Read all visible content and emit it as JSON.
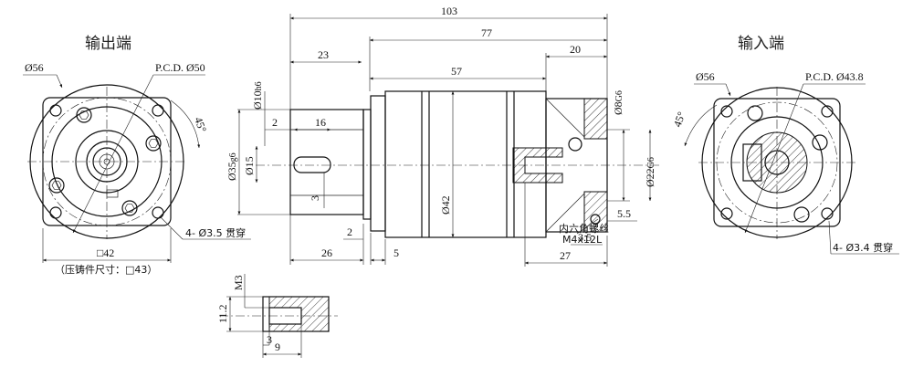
{
  "views": {
    "output_title": "输出端",
    "input_title": "输入端"
  },
  "output_end": {
    "dia_outer": "Ø56",
    "pcd": "P.C.D. Ø50",
    "angle": "45°",
    "holes": "4- Ø3.5 贯穿",
    "square": "□42",
    "casting_note": "（压铸件尺寸：□43）"
  },
  "side_view": {
    "total_length": "103",
    "body_length": "77",
    "motor_flange": "20",
    "shaft_length": "23",
    "mid_length": "57",
    "key_length": "16",
    "key_offset": "2",
    "key_width": "3",
    "shaft_dia": "Ø10",
    "shaft_tol": "h6",
    "pilot_dia": "Ø35",
    "pilot_tol": "g6",
    "shaft_dia_15": "Ø15",
    "body_dia": "Ø42",
    "flange_thk": "2",
    "len_26": "26",
    "len_5": "5",
    "input_bore": "Ø8",
    "input_bore_tol": "G6",
    "input_pilot": "Ø22",
    "input_pilot_tol": "G6",
    "depth_5_5": "5.5",
    "depth_3_5": "3.5",
    "len_27": "27",
    "screw_note_1": "内六角螺丝",
    "screw_note_2": "M4x12L"
  },
  "input_end": {
    "dia_outer": "Ø56",
    "pcd": "P.C.D. Ø43.8",
    "angle": "45°",
    "holes": "4- Ø3.4 贯穿"
  },
  "detail": {
    "thread": "M3",
    "height": "11.2",
    "len_3": "3",
    "len_9": "9"
  }
}
